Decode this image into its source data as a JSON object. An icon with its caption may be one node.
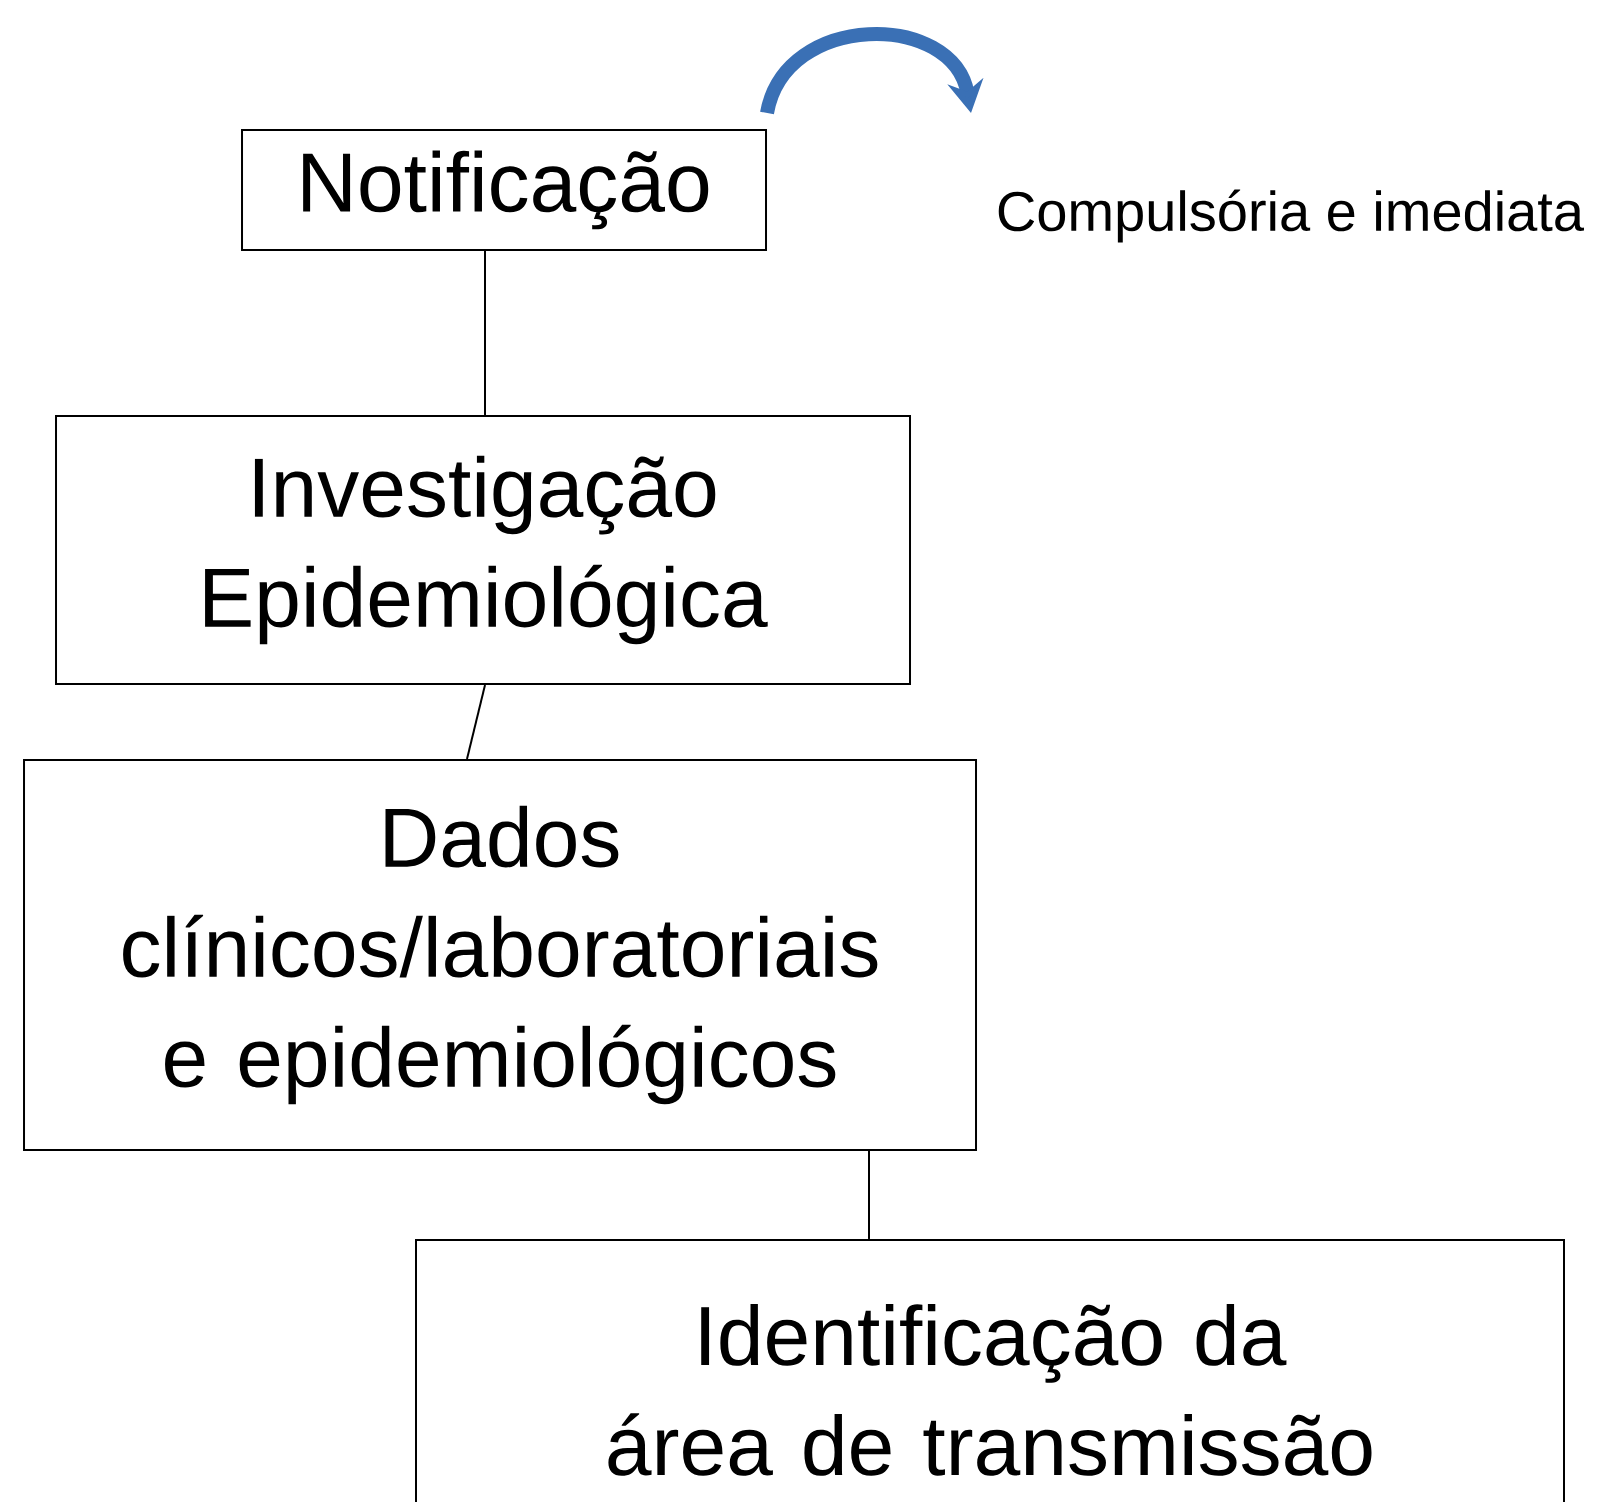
{
  "diagram": {
    "nodes": [
      {
        "text": [
          "Notificação"
        ]
      },
      {
        "text": [
          "Investigação Epidemiológica"
        ]
      },
      {
        "text": [
          "Dados clínicos/laboratoriais e epidemiológicos"
        ]
      },
      {
        "text": [
          "Identificação da área de transmissão"
        ]
      }
    ],
    "edges": [
      {
        "from": 0,
        "to": null,
        "arrow": "to",
        "style": "thick",
        "color": "#3a70b5"
      },
      {
        "from": 0,
        "to": 1,
        "arrow": "none"
      },
      {
        "from": 1,
        "to": 2,
        "arrow": "none"
      },
      {
        "from": 2,
        "to": 3,
        "arrow": "none"
      }
    ],
    "labels": [
      "Compulsória e imediata"
    ]
  }
}
